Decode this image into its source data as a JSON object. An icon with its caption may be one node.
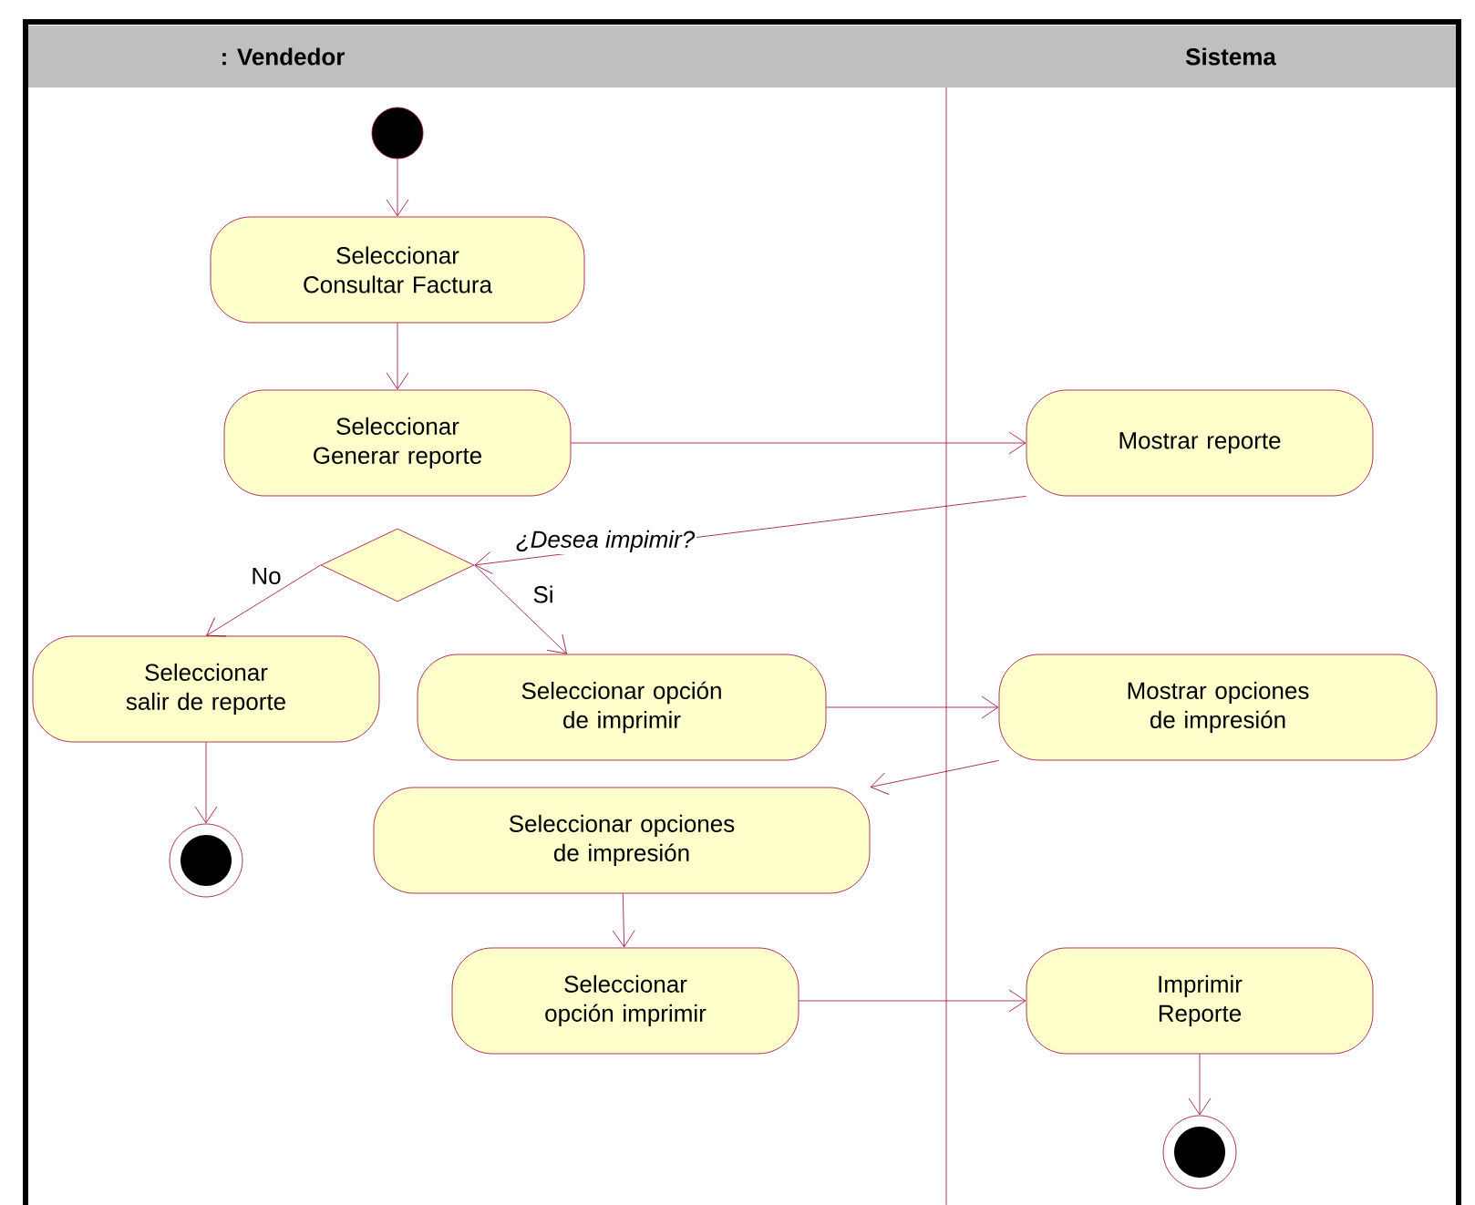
{
  "diagram": {
    "nodes": [
      {
        "text": [],
        "shape": "circle"
      },
      {
        "text": [
          "Seleccionar Consultar Factura"
        ]
      },
      {
        "text": [
          "Seleccionar Generar reporte"
        ]
      },
      {
        "text": [
          "Mostrar reporte"
        ]
      },
      {
        "text": [],
        "shape": "diamond"
      },
      {
        "text": [
          "Seleccionar salir de reporte"
        ]
      },
      {
        "text": [
          "Seleccionar opción de imprimir"
        ]
      },
      {
        "text": [
          "Mostrar opciones de impresión"
        ]
      },
      {
        "text": [
          "Seleccionar opciones de impresión"
        ]
      },
      {
        "text": [
          "Seleccionar opción imprimir"
        ]
      },
      {
        "text": [
          "Imprimir Reporte"
        ]
      },
      {
        "text": [],
        "shape": "bullseye"
      },
      {
        "text": [],
        "shape": "bullseye"
      }
    ],
    "edges": [
      {
        "from": 0,
        "to": 1,
        "arrow": "to"
      },
      {
        "from": 1,
        "to": 2,
        "arrow": "to"
      },
      {
        "from": 2,
        "to": 3,
        "arrow": "to"
      },
      {
        "from": 3,
        "to": 4,
        "arrow": "to",
        "label": "¿Desea impimir?"
      },
      {
        "from": 4,
        "to": 5,
        "arrow": "to",
        "label": "No"
      },
      {
        "from": 4,
        "to": 6,
        "arrow": "to",
        "label": "Si"
      },
      {
        "from": 5,
        "to": 11,
        "arrow": "to"
      },
      {
        "from": 6,
        "to": 7,
        "arrow": "to"
      },
      {
        "from": 7,
        "to": 8,
        "arrow": "to"
      },
      {
        "from": 8,
        "to": 9,
        "arrow": "to"
      },
      {
        "from": 9,
        "to": 10,
        "arrow": "to"
      },
      {
        "from": 10,
        "to": 12,
        "arrow": "to"
      }
    ],
    "labels": [
      ": Vendedor",
      "Sistema"
    ]
  }
}
